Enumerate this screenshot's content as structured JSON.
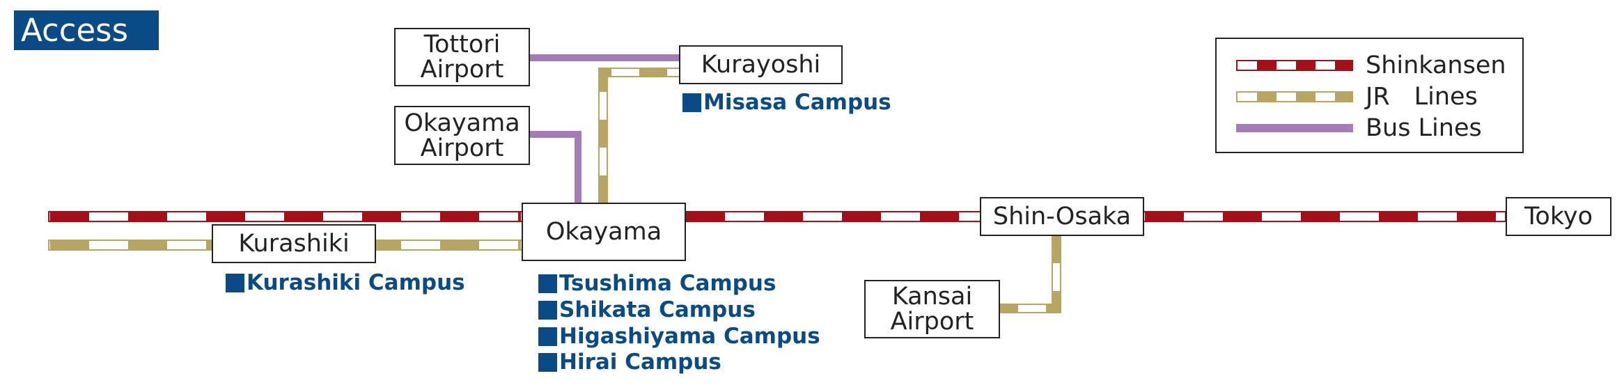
{
  "header": {
    "title": "Access"
  },
  "stations": {
    "tottori_airport": "Tottori\nAirport",
    "kurayoshi": "Kurayoshi",
    "okayama_airport": "Okayama\nAirport",
    "okayama": "Okayama",
    "kurashiki": "Kurashiki",
    "shin_osaka": "Shin-Osaka",
    "tokyo": "Tokyo",
    "kansai_airport": "Kansai\nAirport"
  },
  "campuses": {
    "misasa": "Misasa Campus",
    "kurashiki": "Kurashiki Campus",
    "tsushima": "Tsushima Campus",
    "shikata": "Shikata Campus",
    "higashiyama": "Higashiyama Campus",
    "hirai": "Hirai Campus"
  },
  "legend": {
    "shinkansen": "Shinkansen",
    "jr_lines": "JR　Lines",
    "bus_lines": "Bus Lines"
  },
  "colors": {
    "shinkansen": "#a3101a",
    "jr": "#b8a564",
    "bus": "#a57cb6",
    "campus": "#0a4a85"
  }
}
